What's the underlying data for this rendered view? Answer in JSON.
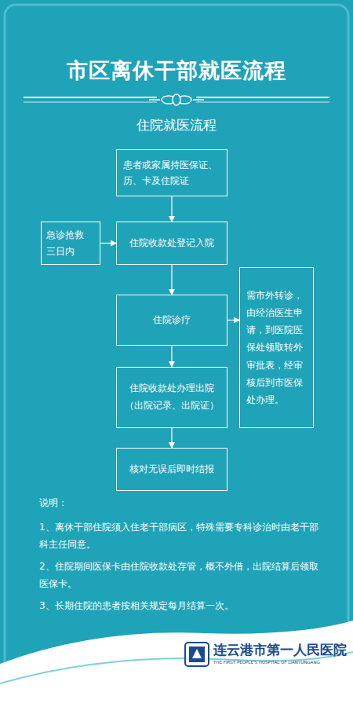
{
  "diagram": {
    "title": "市区离休干部就医流程",
    "nodes": [
      {
        "text": [
          "患者或家属持医保证、 历、卡及住院证"
        ]
      },
      {
        "text": [
          "急诊抢救 三日内"
        ]
      },
      {
        "text": [
          "住院收款处登记入院"
        ]
      },
      {
        "text": [
          "住院诊疗"
        ]
      },
      {
        "text": [
          "需市外转诊，由经治医生申请，到医院医保处领取转外审批表，经审核后到市医保处办理。"
        ]
      },
      {
        "text": [
          "住院收款处办理出院 （出院记录、出院证）"
        ]
      },
      {
        "text": [
          "核对无误后即时结报"
        ]
      }
    ],
    "edges": [
      {
        "from": 0,
        "to": 2,
        "arrow": "to"
      },
      {
        "from": 1,
        "to": 2,
        "arrow": "to"
      },
      {
        "from": 2,
        "to": 3,
        "arrow": "to"
      },
      {
        "from": 3,
        "to": 4,
        "arrow": "to"
      },
      {
        "from": 3,
        "to": 5,
        "arrow": "to"
      },
      {
        "from": 5,
        "to": 6,
        "arrow": "to"
      }
    ],
    "labels": [
      "住院就医流程",
      "说明：",
      "1、离休干部住院须入住老干部病区，特殊需要专科诊治时由老干部科主任同意。",
      "2、住院期间医保卡由住院收款处存管，概不外借，出院结算后领取医保卡。",
      "3、长期住院的患者按相关规定每月结算一次。",
      "连云港市第一人民医院",
      "THE FIRST PEOPLE'S HOSPITAL OF LIANYUNGANG"
    ]
  }
}
